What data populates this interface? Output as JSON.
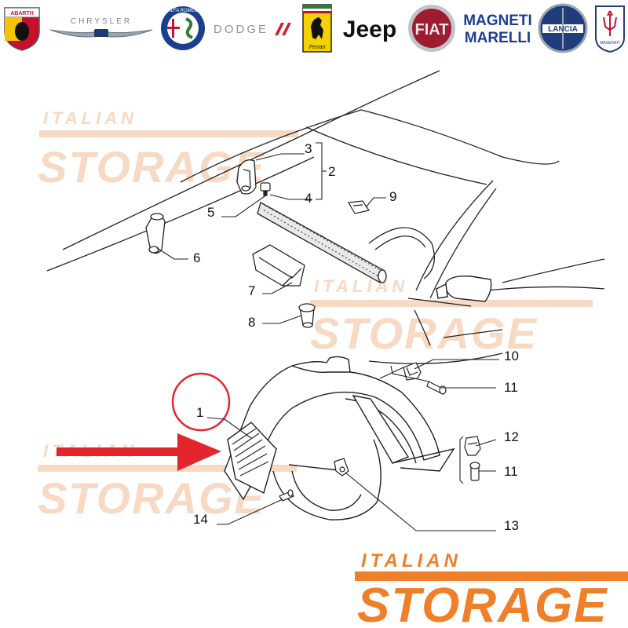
{
  "brands": [
    {
      "id": "abarth",
      "label": "ABARTH"
    },
    {
      "id": "chrysler",
      "label": "CHRYSLER"
    },
    {
      "id": "alfa-romeo",
      "label": "ALFA ROMEO"
    },
    {
      "id": "dodge",
      "label": "DODGE"
    },
    {
      "id": "ferrari",
      "label": "Ferrari"
    },
    {
      "id": "jeep",
      "label": "Jeep"
    },
    {
      "id": "fiat",
      "label": "FIAT"
    },
    {
      "id": "magneti-marelli",
      "label_line1": "MAGNETI",
      "label_line2": "MARELLI"
    },
    {
      "id": "lancia",
      "label": "LANCIA"
    },
    {
      "id": "maserati",
      "label": "MASERATI"
    }
  ],
  "watermark": {
    "line1": "ITALIAN",
    "line2": "STORAGE",
    "color_faint": "#f7d9c4",
    "color_main": "#f07f2a"
  },
  "callouts": [
    "1",
    "2",
    "3",
    "4",
    "5",
    "6",
    "7",
    "8",
    "9",
    "10",
    "11",
    "11",
    "12",
    "13",
    "14"
  ],
  "colors": {
    "line": "#222222",
    "highlight_red": "#e3262e",
    "fiat_red": "#9e1b32",
    "lancia_blue": "#1f3d7a",
    "magneti_blue": "#1d3f8f",
    "ferrari_yellow": "#f6d100",
    "dodge_red": "#d0202e"
  }
}
